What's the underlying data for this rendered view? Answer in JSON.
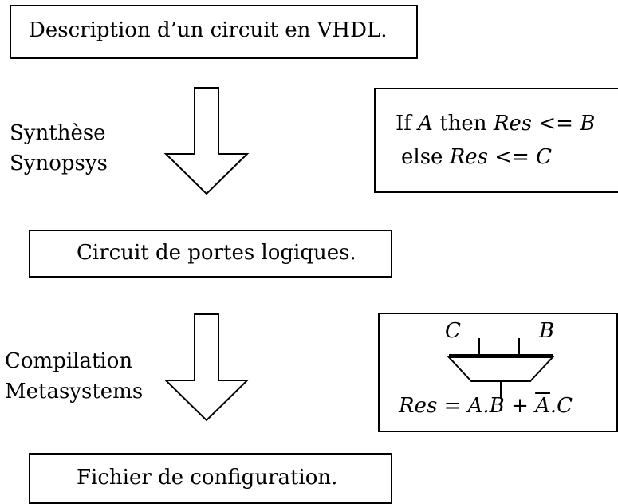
{
  "boxes": {
    "description": "Description d’un circuit en VHDL.",
    "gates": "Circuit de portes logiques.",
    "config": "Fichier de configuration."
  },
  "steps": {
    "synthesis": {
      "line1": "Synthèse",
      "line2": "Synopsys"
    },
    "compilation": {
      "line1": "Compilation",
      "line2": "Metasystems"
    }
  },
  "vhdl_example": {
    "if_word": "If",
    "cond": "A",
    "then_word": "then",
    "res1": "Res",
    "op1": "<=",
    "val1": "B",
    "else_word": "else",
    "res2": "Res",
    "op2": "<=",
    "val2": "C"
  },
  "mux_example": {
    "input_left": "C",
    "input_right": "B",
    "eq_res": "Res",
    "eq_sign": "=",
    "eq_term1": "A.B",
    "eq_plus": "+",
    "eq_abar": "A",
    "eq_term2": ".C"
  }
}
